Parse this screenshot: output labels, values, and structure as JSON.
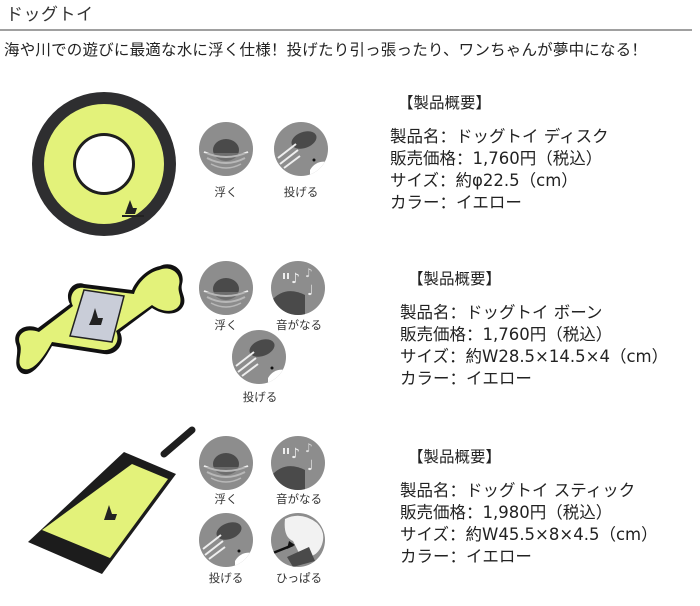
{
  "header": {
    "title": "ドッグトイ",
    "lead": "海や川での遊びに最適な水に浮く仕様！投げたり引っ張ったり、ワンちゃんが夢中になる！"
  },
  "colors": {
    "toy_yellow": "#e6f57a",
    "toy_border": "#2b2b2b",
    "icon_gray": "#8d8d8d",
    "icon_dark": "#4a4a4a",
    "rule": "#a0a0a0"
  },
  "products": [
    {
      "image": "dog-toy-disc",
      "features": [
        {
          "icon": "float-icon",
          "label": "浮く"
        },
        {
          "icon": "throw-icon",
          "label": "投げる"
        }
      ],
      "spec_heading": "【製品概要】",
      "name": "製品名：ドッグトイ ディスク",
      "price": "販売価格：1,760円（税込）",
      "size": "サイズ：約φ22.5（cm）",
      "color": "カラー：イエロー"
    },
    {
      "image": "dog-toy-bone",
      "features": [
        {
          "icon": "float-icon",
          "label": "浮く"
        },
        {
          "icon": "squeak-icon",
          "label": "音がなる"
        },
        {
          "icon": "throw-icon",
          "label": "投げる"
        }
      ],
      "spec_heading": "【製品概要】",
      "name": "製品名：ドッグトイ ボーン",
      "price": "販売価格：1,760円（税込）",
      "size": "サイズ：約W28.5×14.5×4（cm）",
      "color": "カラー：イエロー"
    },
    {
      "image": "dog-toy-stick",
      "features": [
        {
          "icon": "float-icon",
          "label": "浮く"
        },
        {
          "icon": "squeak-icon",
          "label": "音がなる"
        },
        {
          "icon": "throw-icon",
          "label": "投げる"
        },
        {
          "icon": "pull-icon",
          "label": "ひっぱる"
        }
      ],
      "spec_heading": "【製品概要】",
      "name": "製品名：ドッグトイ スティック",
      "price": "販売価格：1,980円（税込）",
      "size": "サイズ：約W45.5×8×4.5（cm）",
      "color": "カラー：イエロー"
    }
  ]
}
